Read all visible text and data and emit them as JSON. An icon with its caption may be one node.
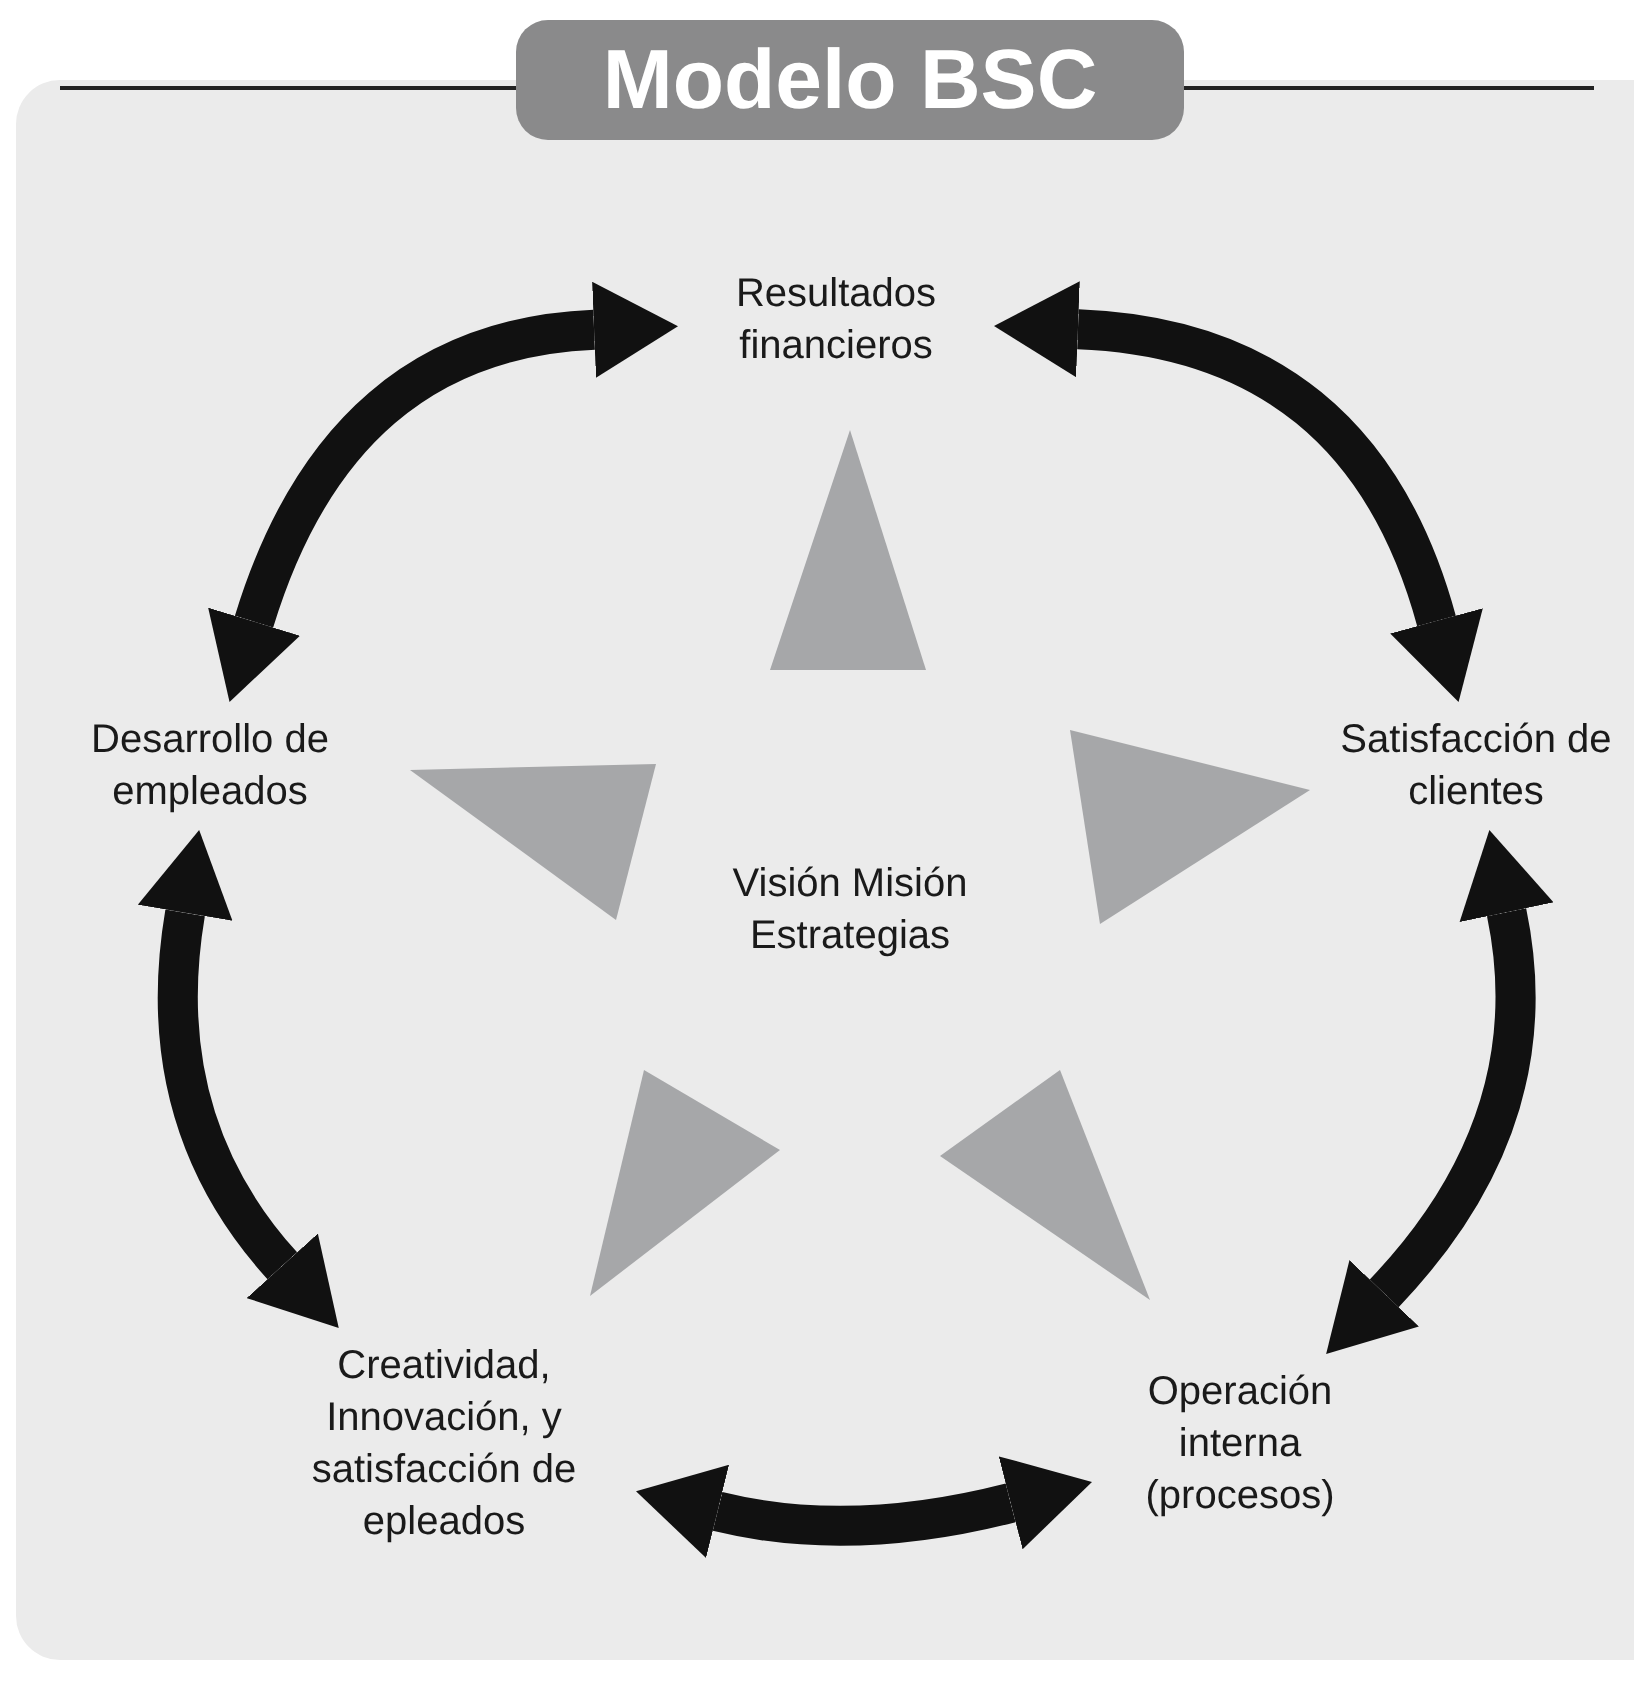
{
  "diagram": {
    "title": "Modelo BSC",
    "nodes": [
      {
        "text": [
          "Resultados financieros"
        ]
      },
      {
        "text": [
          "Satisfacción de clientes"
        ]
      },
      {
        "text": [
          "Operación interna (procesos)"
        ]
      },
      {
        "text": [
          "Creatividad, Innovación, y satisfacción de epleados"
        ]
      },
      {
        "text": [
          "Desarrollo de empleados"
        ]
      },
      {
        "text": [
          "Visión Misión Estrategias"
        ]
      }
    ],
    "edges": [
      {
        "from": 0,
        "to": 4,
        "arrow": "both"
      },
      {
        "from": 0,
        "to": 1,
        "arrow": "both"
      },
      {
        "from": 1,
        "to": 2,
        "arrow": "both"
      },
      {
        "from": 2,
        "to": 3,
        "arrow": "both"
      },
      {
        "from": 3,
        "to": 4,
        "arrow": "both"
      }
    ]
  }
}
